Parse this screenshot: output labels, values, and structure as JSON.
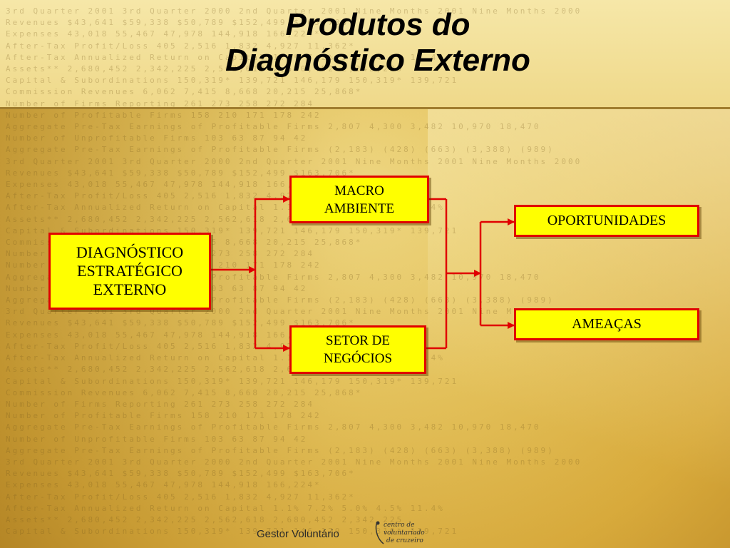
{
  "slide": {
    "title_line1": "Produtos do",
    "title_line2": "Diagnóstico Externo"
  },
  "diagram": {
    "source_box": {
      "line1": "DIAGNÓSTICO",
      "line2": "ESTRATÉGICO",
      "line3": "EXTERNO"
    },
    "macro_box": {
      "line1": "MACRO",
      "line2": "AMBIENTE"
    },
    "setor_box": {
      "line1": "SETOR DE",
      "line2": "NEGÓCIOS"
    },
    "opportunities_box": {
      "label": "OPORTUNIDADES"
    },
    "threats_box": {
      "label": "AMEAÇAS"
    },
    "colors": {
      "box_fill": "#ffff00",
      "box_border": "#e00000",
      "connector": "#e00000"
    }
  },
  "footer": {
    "brand": "Gestor Voluntário",
    "logo_line1": "centro de",
    "logo_line2": "voluntariado",
    "logo_line3": "de cruzeiro"
  },
  "background_ticker": [
    "3rd Quarter 2001 3rd Quarter 2000 2nd Quarter 2001 Nine Months 2001 Nine Months 2000",
    "Revenues $43,641 $59,338 $50,789 $152,499 $163,706*",
    "Expenses 43,018 55,467 47,978 144,918 166,224*",
    "After-Tax Profit/Loss 405 2,516 1,832 4,927 11,362*",
    "After-Tax Annualized Return on Capital 1.1% 7.2% 5.0% 4.5% 11.4%",
    "Assets** 2,680,452 2,342,225 2,562,618 2,680,452 2,342,225",
    "Capital & Subordinations 150,319* 139,721 146,179 150,319* 139,721",
    "Commission Revenues 6,062 7,415 8,668 20,215 25,868*",
    "Number of Firms Reporting 261 273 258 272 284",
    "Number of Profitable Firms 158 210 171 178 242",
    "Aggregate Pre-Tax Earnings of Profitable Firms 2,807 4,300 3,482 10,970 18,470",
    "Number of Unprofitable Firms 103 63 87 94 42",
    "Aggregate Pre-Tax Earnings of Profitable Firms (2,183) (428) (663) (3,388) (989)",
    "3rd Quarter 2001 3rd Quarter 2000 2nd Quarter 2001 Nine Months 2001 Nine Months 2000",
    "Revenues $43,641 $59,338 $50,789 $152,499 $163,706*",
    "Expenses 43,018 55,467 47,978 144,918 166,224*",
    "After-Tax Profit/Loss 405 2,516 1,832 4,927 11,362*",
    "After-Tax Annualized Return on Capital 1.1% 7.2% 5.0% 4.5% 11.4%",
    "Assets** 2,680,452 2,342,225 2,562,618 2,680,452 2,342,225",
    "Capital & Subordinations 150,319* 139,721 146,179 150,319* 139,721",
    "Commission Revenues 6,062 7,415 8,668 20,215 25,868*",
    "Number of Firms Reporting 261 273 258 272 284",
    "Number of Profitable Firms 158 210 171 178 242",
    "Aggregate Pre-Tax Earnings of Profitable Firms 2,807 4,300 3,482 10,970 18,470",
    "Number of Unprofitable Firms 103 63 87 94 42",
    "Aggregate Pre-Tax Earnings of Profitable Firms (2,183) (428) (663) (3,388) (989)",
    "3rd Quarter 2001 3rd Quarter 2000 2nd Quarter 2001 Nine Months 2001 Nine Months 2000",
    "Revenues $43,641 $59,338 $50,789 $152,499 $163,706*",
    "Expenses 43,018 55,467 47,978 144,918 166,224*",
    "After-Tax Profit/Loss 405 2,516 1,832 4,927 11,362*",
    "After-Tax Annualized Return on Capital 1.1% 7.2% 5.0% 4.5% 11.4%",
    "Assets** 2,680,452 2,342,225 2,562,618 2,680,452 2,342,225",
    "Capital & Subordinations 150,319* 139,721 146,179 150,319* 139,721",
    "Commission Revenues 6,062 7,415 8,668 20,215 25,868*",
    "Number of Firms Reporting 261 273 258 272 284",
    "Number of Profitable Firms 158 210 171 178 242",
    "Aggregate Pre-Tax Earnings of Profitable Firms 2,807 4,300 3,482 10,970 18,470",
    "Number of Unprofitable Firms 103 63 87 94 42",
    "Aggregate Pre-Tax Earnings of Profitable Firms (2,183) (428) (663) (3,388) (989)",
    "3rd Quarter 2001 3rd Quarter 2000 2nd Quarter 2001 Nine Months 2001 Nine Months 2000",
    "Revenues $43,641 $59,338 $50,789 $152,499 $163,706*",
    "Expenses 43,018 55,467 47,978 144,918 166,224*",
    "After-Tax Profit/Loss 405 2,516 1,832 4,927 11,362*",
    "After-Tax Annualized Return on Capital 1.1% 7.2% 5.0% 4.5% 11.4%",
    "Assets** 2,680,452 2,342,225 2,562,618 2,680,452 2,342,225",
    "Capital & Subordinations 150,319* 139,721 146,179 150,319* 139,721"
  ]
}
